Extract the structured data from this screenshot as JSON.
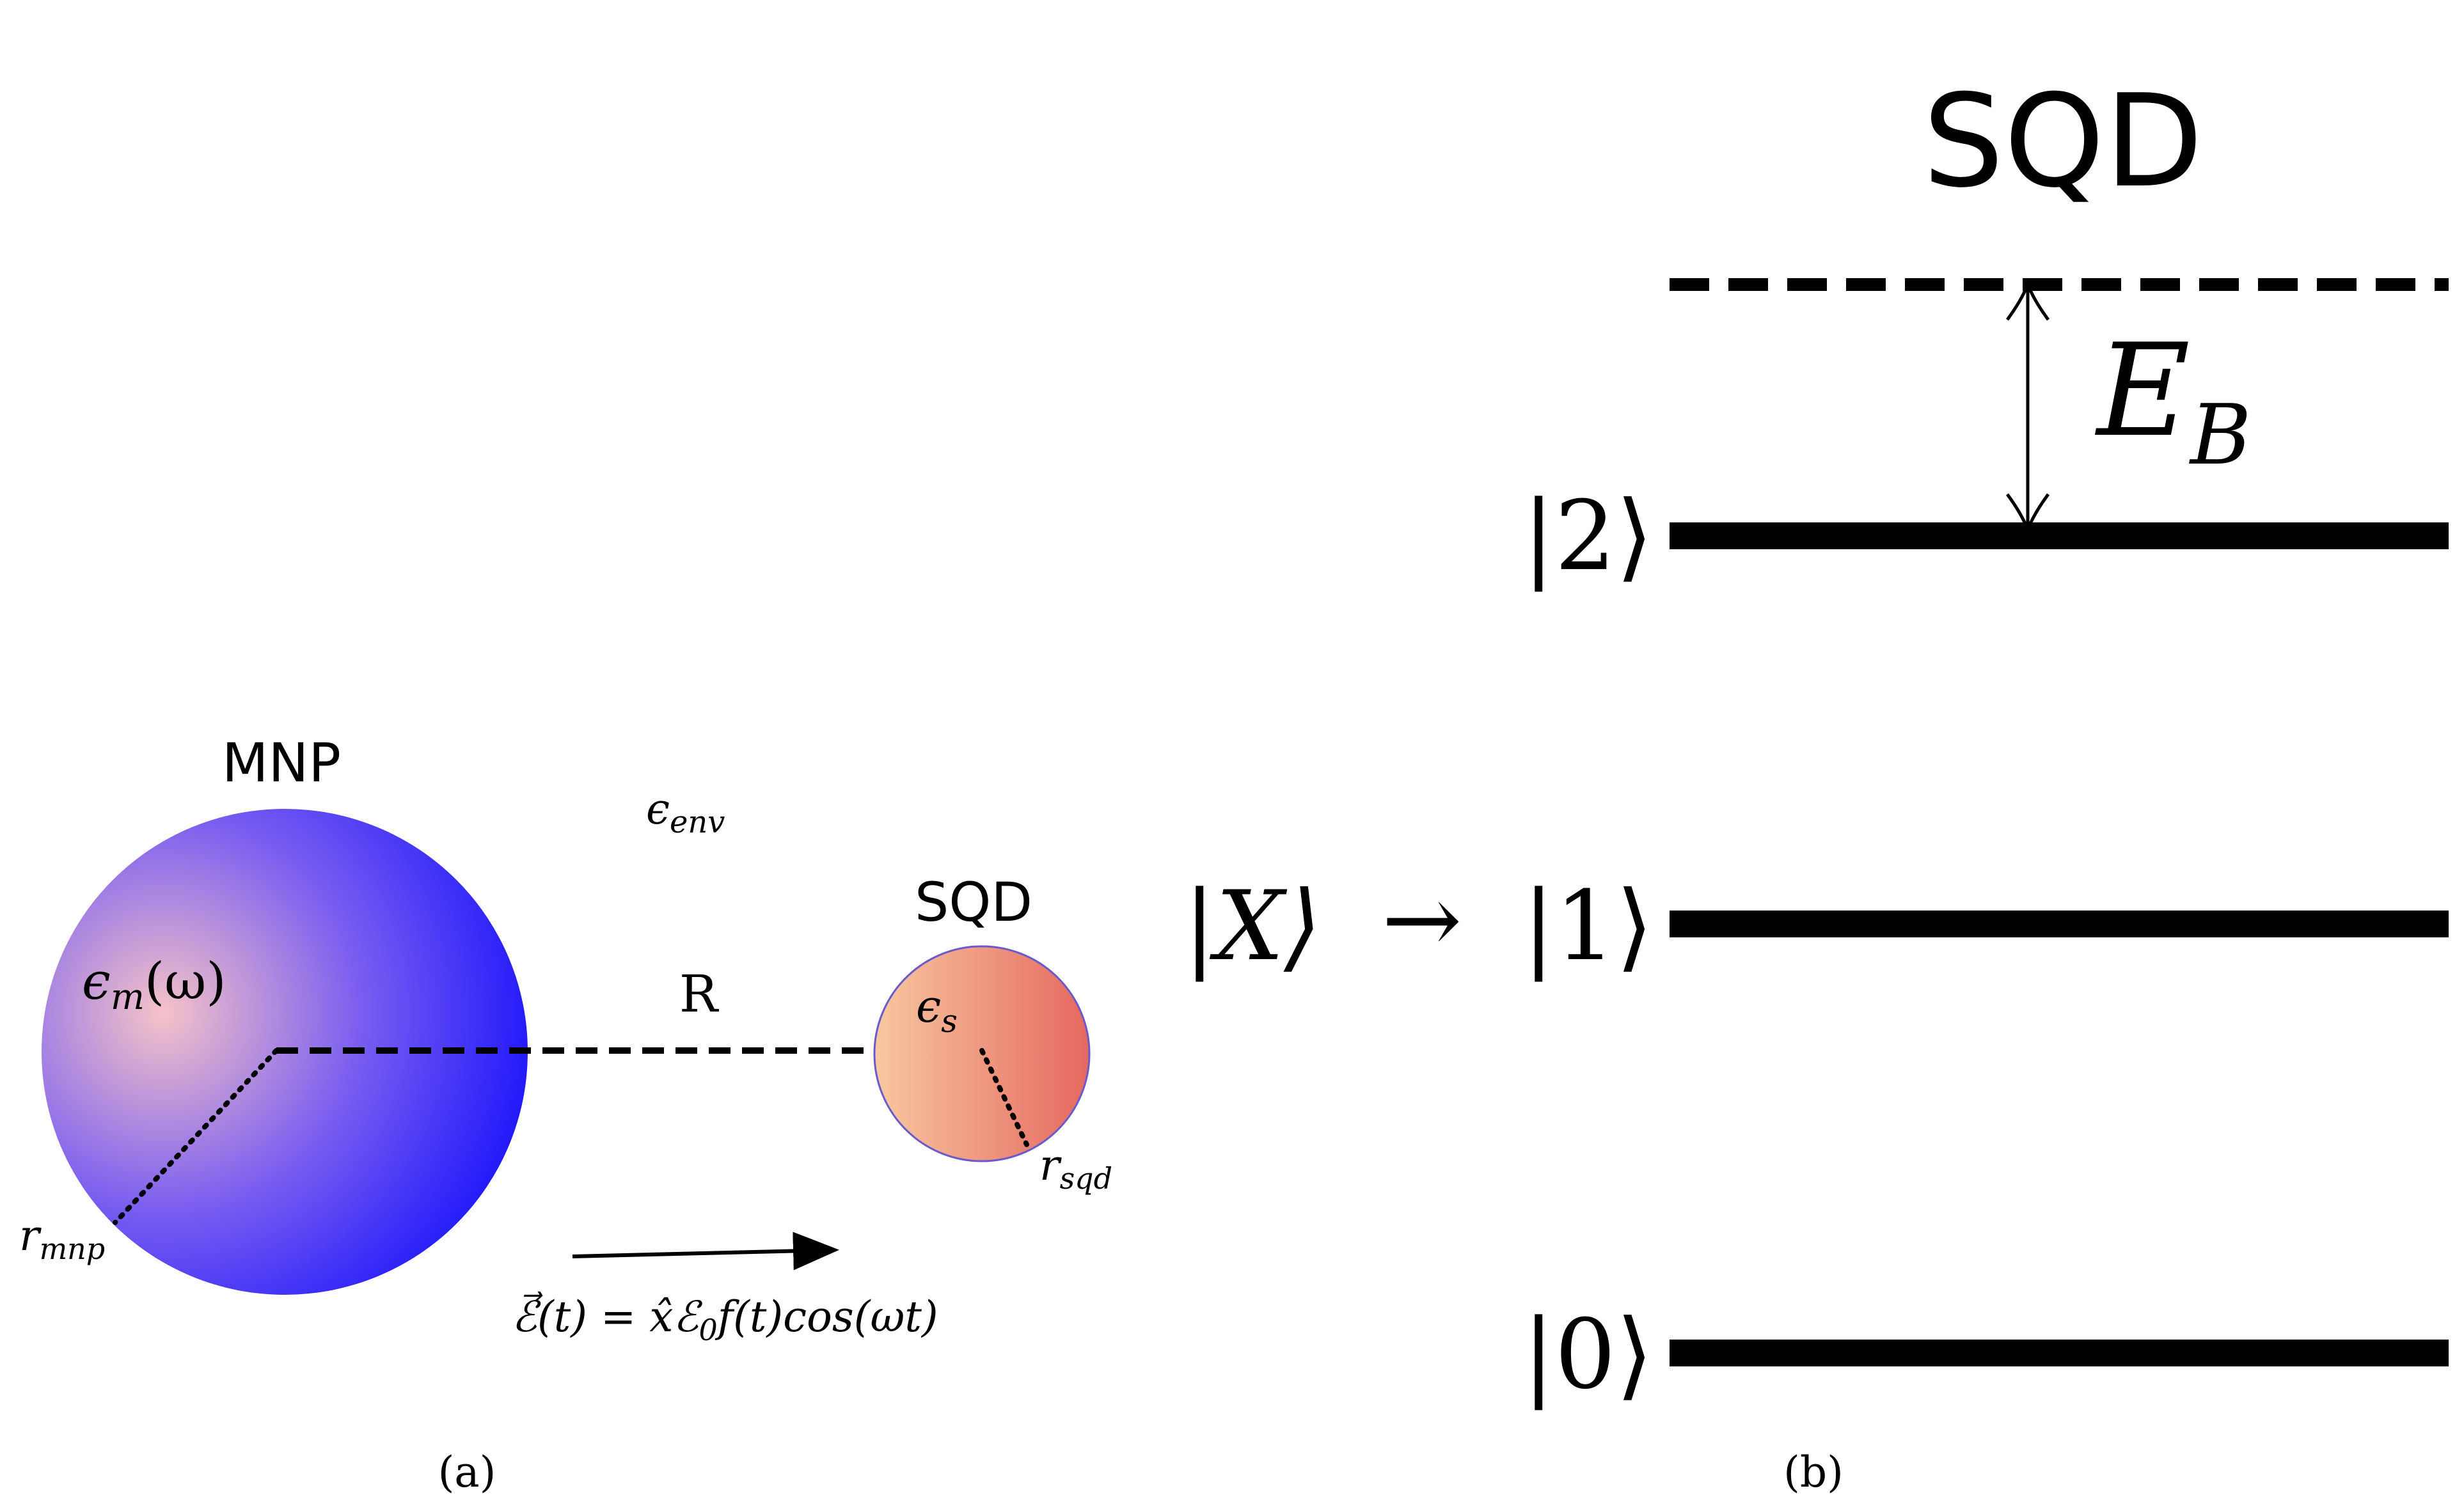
{
  "panel_a": {
    "caption": "(a)",
    "mnp": {
      "label": "MNP",
      "epsilon": "ϵ",
      "epsilon_sub": "m",
      "epsilon_arg": "(ω)",
      "radius_label": "r",
      "radius_sub": "mnp"
    },
    "environment": {
      "epsilon": "ϵ",
      "epsilon_sub": "env"
    },
    "sqd": {
      "label": "SQD",
      "epsilon": "ϵ",
      "epsilon_sub": "s",
      "radius_label": "r",
      "radius_sub": "sqd"
    },
    "distance_label": "R",
    "field_equation": {
      "lhs": "ℰ⃗(t) = ",
      "x_hat": "x̂",
      "e0": "ℰ",
      "e0_sub": "0",
      "rhs": "f(t)cos(ωt)"
    },
    "colors": {
      "mnp_center": "#f5c3c8",
      "mnp_edge": "#0000ff",
      "sqd_light": "#f8c8a0",
      "sqd_dark": "#e56860",
      "sqd_outline": "#6a5acd"
    }
  },
  "panel_b": {
    "caption": "(b)",
    "title": "SQD",
    "binding_energy": {
      "symbol": "E",
      "sub": "B"
    },
    "levels": [
      {
        "ket": "|2⟩",
        "style": "solid"
      },
      {
        "ket": "|1⟩",
        "style": "solid"
      },
      {
        "ket": "|0⟩",
        "style": "solid"
      }
    ],
    "biexciton_level_style": "dashed",
    "mapping": {
      "from": "|X⟩",
      "arrow": "→"
    }
  }
}
